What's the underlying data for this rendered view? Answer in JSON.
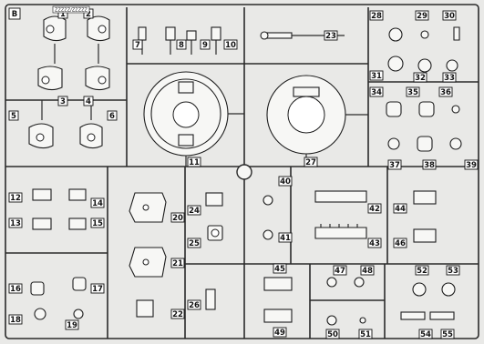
{
  "sprue_letter": "B",
  "header_label": "ZZZZZ/ZZZZZ",
  "part_numbers": {
    "p1": "1",
    "p2": "2",
    "p3": "3",
    "p4": "4",
    "p5": "5",
    "p6": "6",
    "p7": "7",
    "p8": "8",
    "p9": "9",
    "p10": "10",
    "p11": "11",
    "p12": "12",
    "p13": "13",
    "p14": "14",
    "p15": "15",
    "p16": "16",
    "p17": "17",
    "p18": "18",
    "p19": "19",
    "p20": "20",
    "p21": "21",
    "p22": "22",
    "p23": "23",
    "p24": "24",
    "p25": "25",
    "p26": "26",
    "p27": "27",
    "p28": "28",
    "p29": "29",
    "p30": "30",
    "p31": "31",
    "p32": "32",
    "p33": "33",
    "p34": "34",
    "p35": "35",
    "p36": "36",
    "p37": "37",
    "p38": "38",
    "p39": "39",
    "p40": "40",
    "p41": "41",
    "p42": "42",
    "p43": "43",
    "p44": "44",
    "p45": "45",
    "p46": "46",
    "p47": "47",
    "p48": "48",
    "p49": "49",
    "p50": "50",
    "p51": "51",
    "p52": "52",
    "p53": "53",
    "p54": "54",
    "p55": "55"
  }
}
